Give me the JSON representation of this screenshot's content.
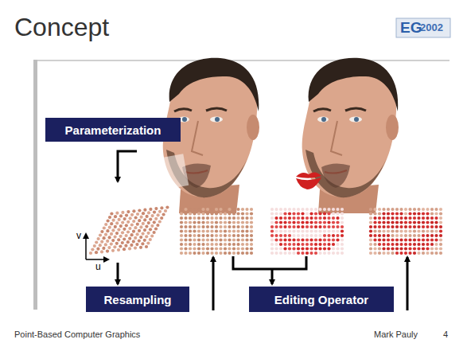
{
  "diagram": {
    "title": "Concept",
    "nodes": [
      {
        "text": [
          "Parameterization"
        ]
      },
      {
        "text": [
          "Resampling"
        ]
      },
      {
        "text": [
          "Editing Operator"
        ]
      }
    ],
    "labels": [
      "EG",
      "2002",
      "v",
      "u",
      "Point-Based Computer Graphics",
      "Mark Pauly",
      "4"
    ]
  }
}
